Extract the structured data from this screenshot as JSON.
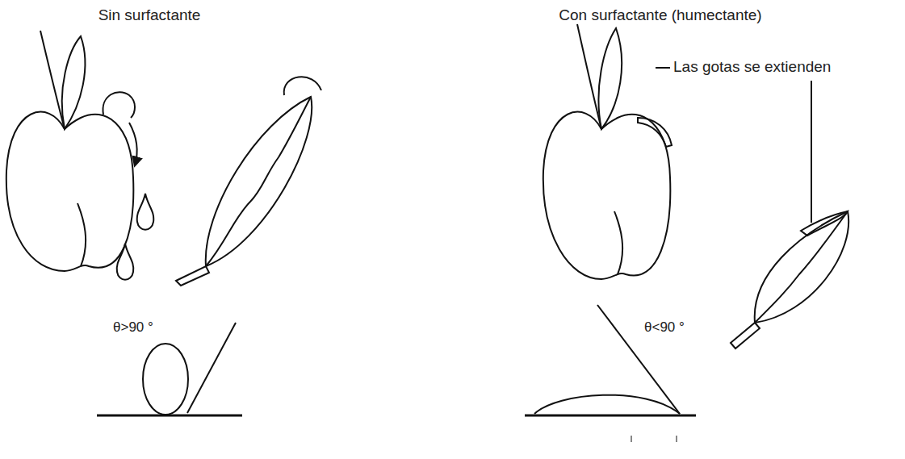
{
  "diagram": {
    "labels": [
      "Sin surfactante",
      "Con surfactante (humectante)",
      "Las gotas se extienden",
      "θ>90 °",
      "θ<90 °"
    ]
  }
}
